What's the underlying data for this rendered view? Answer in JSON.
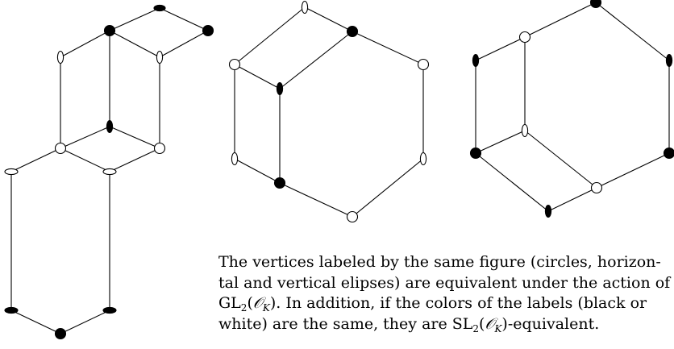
{
  "caption": {
    "line1": "The vertices labeled by the same figure (circles, horizon-",
    "line2": "tal and vertical elipses) are equivalent under the action of",
    "line3_group": "GL",
    "line3_sub": "2",
    "line3_ring": "𝒪",
    "line3_ring_sub": "K",
    "line3_rest": ". In addition, if the colors of the labels (black or",
    "line4_pre": "white) are the same, they are ",
    "line4_group": "SL",
    "line4_sub": "2",
    "line4_ring": "𝒪",
    "line4_ring_sub": "K",
    "line4_rest": "-equivalent."
  },
  "legend_markers": [
    "circle",
    "horizontal-ellipse",
    "vertical-ellipse"
  ],
  "colors": {
    "stroke": "#000000",
    "black_fill": "#000000",
    "white_fill": "#ffffff"
  }
}
